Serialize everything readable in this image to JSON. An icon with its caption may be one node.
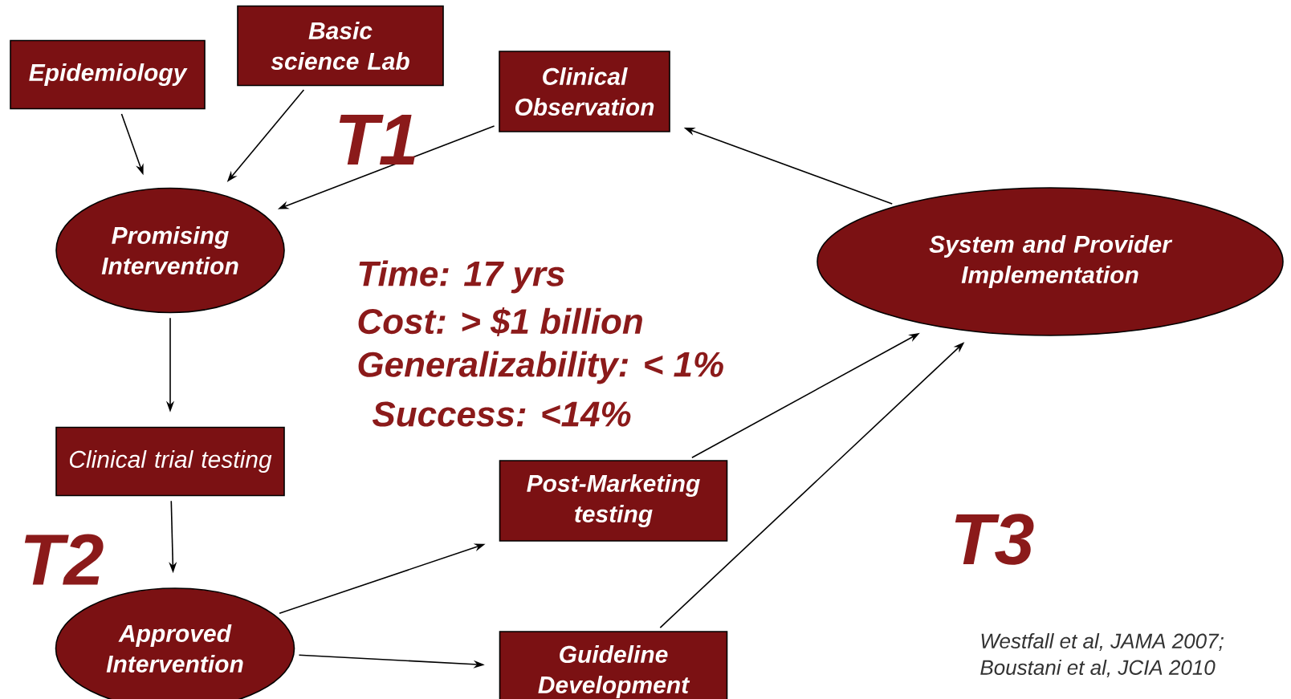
{
  "diagram": {
    "nodes": [
      {
        "text": [
          "Epidemiology"
        ]
      },
      {
        "text": [
          "Basic science Lab"
        ]
      },
      {
        "text": [
          "Clinical Observation"
        ]
      },
      {
        "text": [
          "Promising Intervention"
        ]
      },
      {
        "text": [
          "Clinical trial testing"
        ]
      },
      {
        "text": [
          "Approved Intervention"
        ]
      },
      {
        "text": [
          "Post-Marketing testing"
        ]
      },
      {
        "text": [
          "Guideline Development"
        ]
      },
      {
        "text": [
          "System and Provider Implementation"
        ]
      }
    ],
    "edges": [
      {
        "from": 0,
        "to": 3,
        "arrow": "to"
      },
      {
        "from": 1,
        "to": 3,
        "arrow": "to"
      },
      {
        "from": 2,
        "to": 3,
        "arrow": "to"
      },
      {
        "from": 3,
        "to": 4,
        "arrow": "to"
      },
      {
        "from": 4,
        "to": 5,
        "arrow": "to"
      },
      {
        "from": 5,
        "to": 6,
        "arrow": "to"
      },
      {
        "from": 5,
        "to": 7,
        "arrow": "to"
      },
      {
        "from": 6,
        "to": 8,
        "arrow": "to"
      },
      {
        "from": 7,
        "to": 8,
        "arrow": "to"
      },
      {
        "from": 8,
        "to": 2,
        "arrow": "to"
      }
    ],
    "labels": [
      "T1",
      "Time: 17 yrs",
      "Cost: > $1 billion",
      "Generalizability: < 1%",
      "Success: <14%",
      "T2",
      "T3",
      "Westfall et al, JAMA 2007;",
      "Boustani et al, JCIA  2010"
    ]
  }
}
